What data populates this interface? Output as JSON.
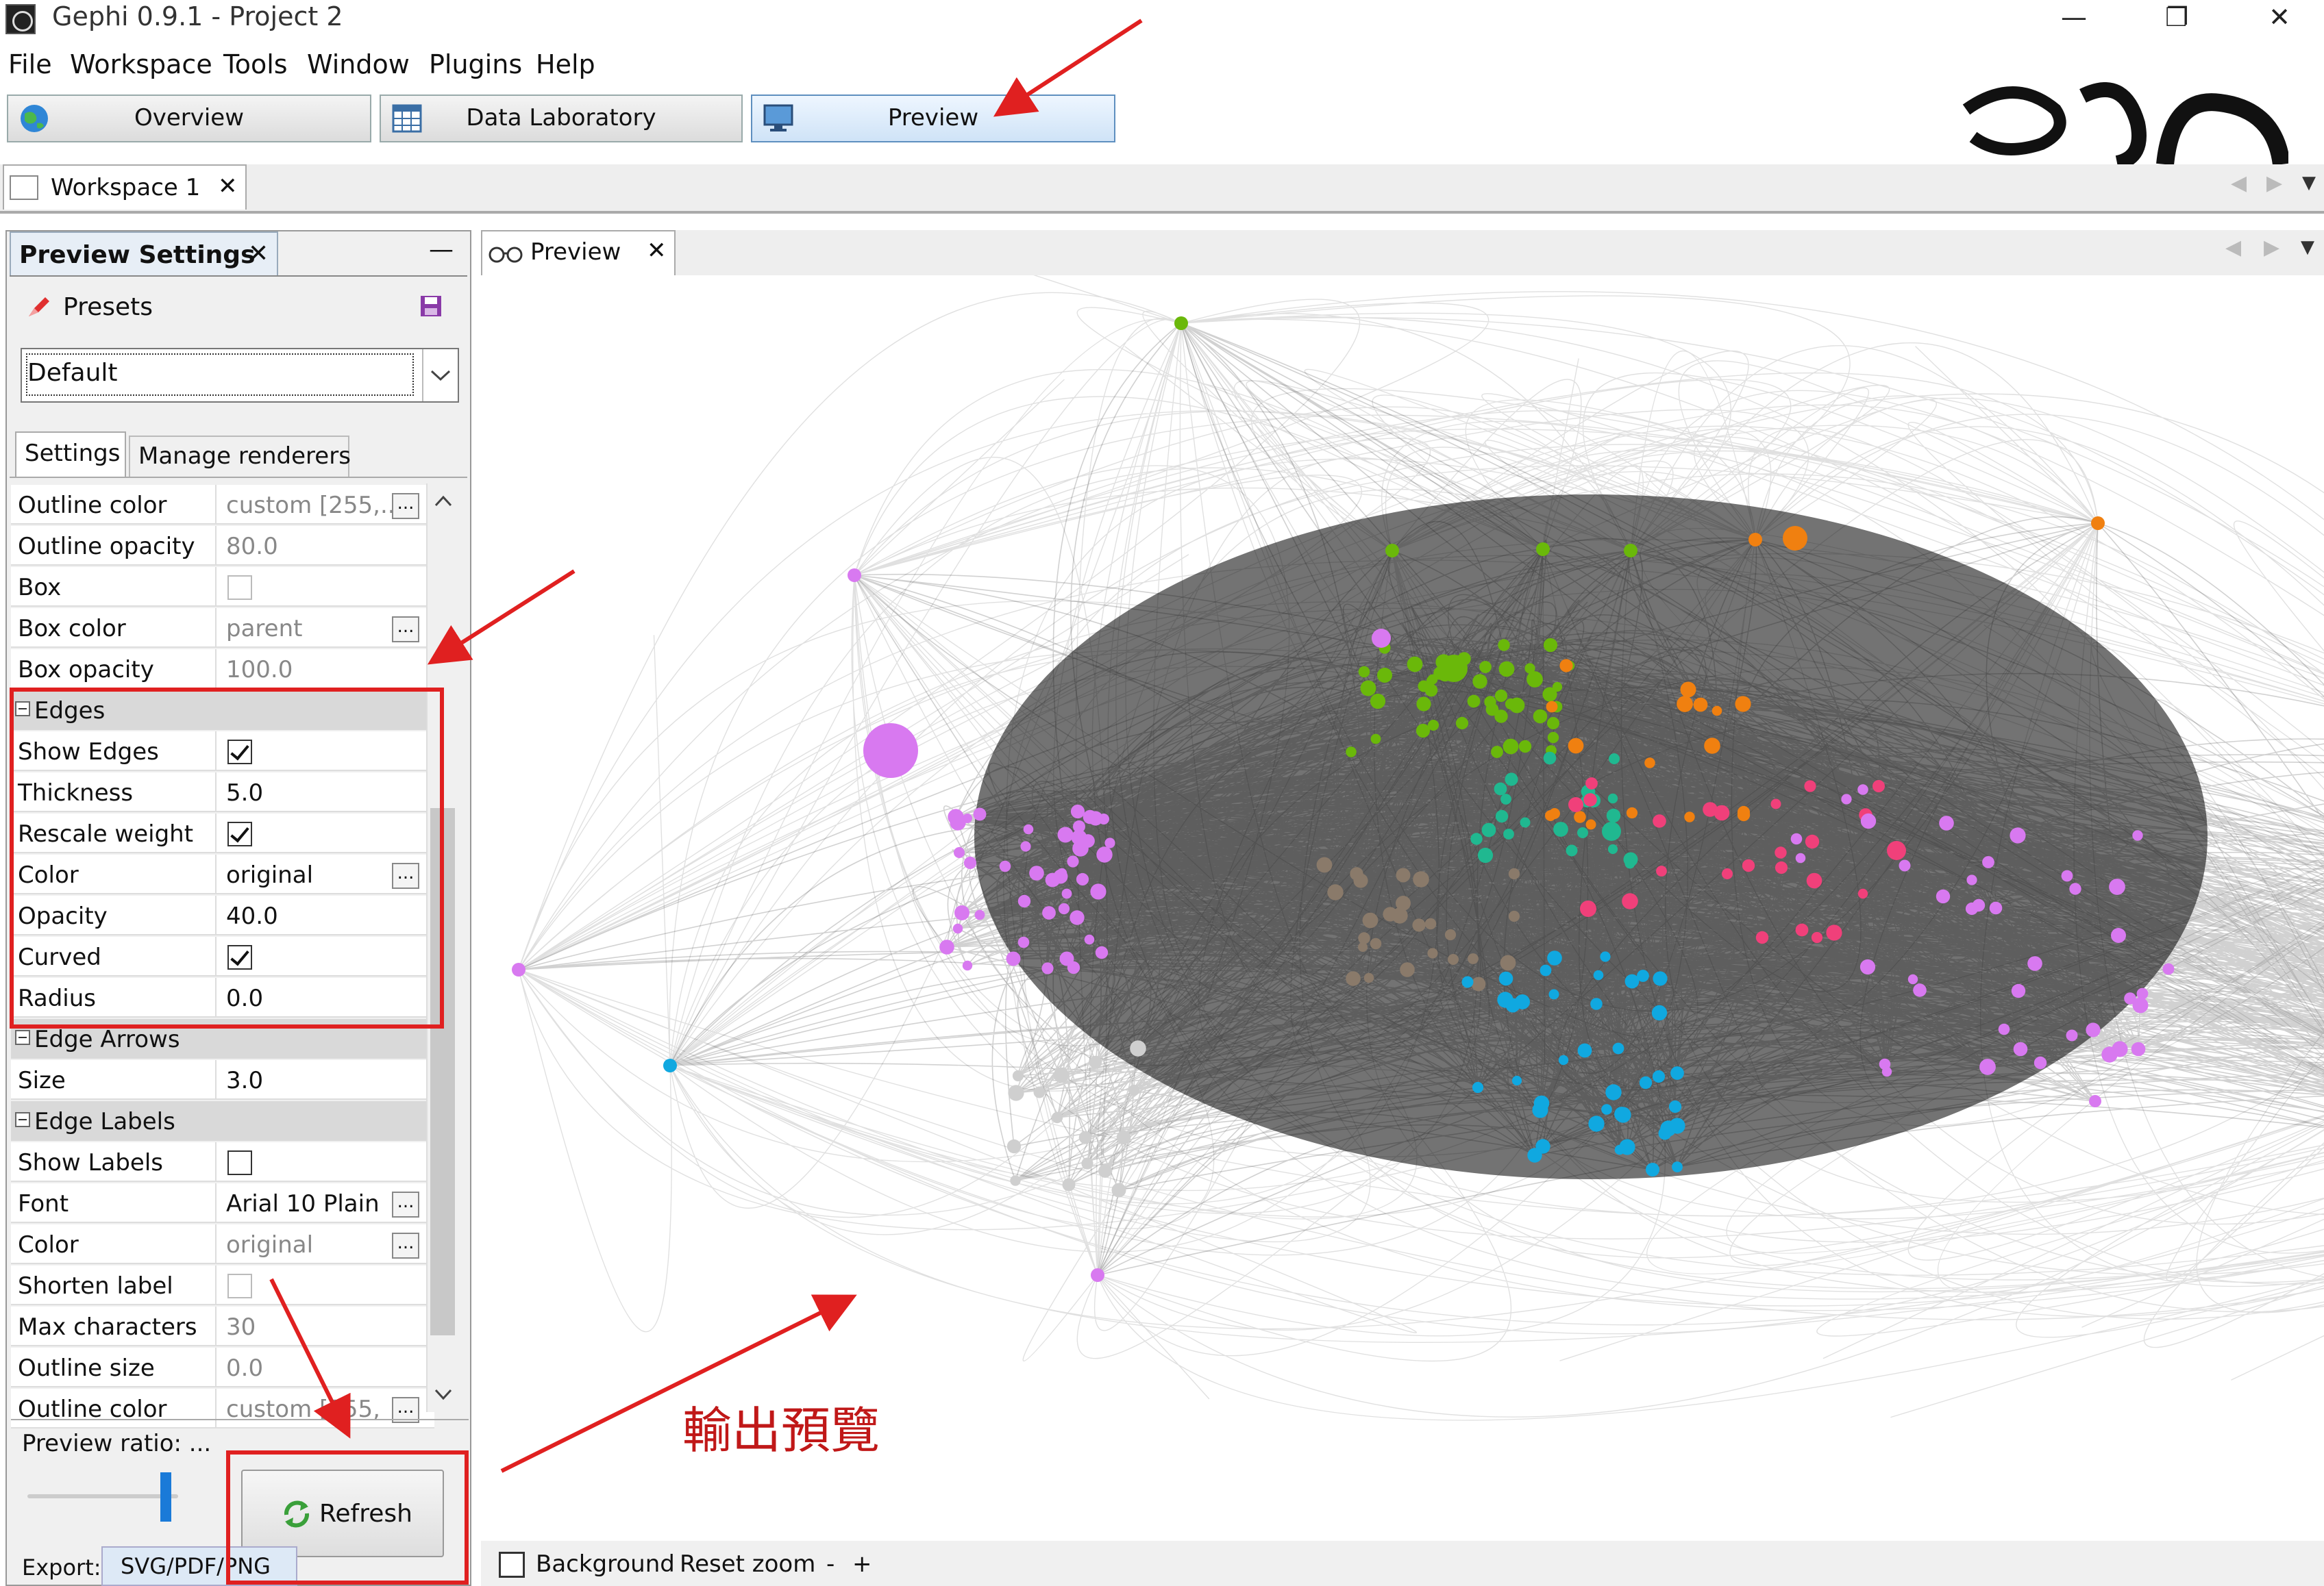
{
  "window": {
    "title": "Gephi 0.9.1 - Project 2",
    "minimize": "—",
    "restore": "❐",
    "close": "✕"
  },
  "menu": [
    "File",
    "Workspace",
    "Tools",
    "Window",
    "Plugins",
    "Help"
  ],
  "perspectives": [
    {
      "label": "Overview",
      "icon": "globe-icon"
    },
    {
      "label": "Data Laboratory",
      "icon": "table-icon"
    },
    {
      "label": "Preview",
      "icon": "monitor-icon",
      "active": true
    }
  ],
  "workspace_tab": {
    "label": "Workspace 1",
    "close": "✕"
  },
  "preview_settings": {
    "tab_label": "Preview Settings",
    "tab_close": "✕",
    "minimize": "—",
    "presets_label": "Presets",
    "preset_selected": "Default",
    "subtabs": [
      "Settings",
      "Manage renderers"
    ],
    "rows": [
      {
        "name": "Outline color",
        "value": "custom [255,...",
        "dim": true,
        "ellipsis": true
      },
      {
        "name": "Outline opacity",
        "value": "80.0",
        "dim": true
      },
      {
        "name": "Box",
        "check": "off-dim"
      },
      {
        "name": "Box color",
        "value": "parent",
        "dim": true,
        "ellipsis": true
      },
      {
        "name": "Box opacity",
        "value": "100.0",
        "dim": true
      },
      {
        "group": "Edges"
      },
      {
        "name": "Show Edges",
        "check": "on"
      },
      {
        "name": "Thickness",
        "value": "5.0"
      },
      {
        "name": "Rescale weight",
        "check": "on"
      },
      {
        "name": "Color",
        "value": "original",
        "ellipsis": true
      },
      {
        "name": "Opacity",
        "value": "40.0"
      },
      {
        "name": "Curved",
        "check": "on"
      },
      {
        "name": "Radius",
        "value": "0.0"
      },
      {
        "group": "Edge Arrows"
      },
      {
        "name": "Size",
        "value": "3.0"
      },
      {
        "group": "Edge Labels"
      },
      {
        "name": "Show Labels",
        "check": "off"
      },
      {
        "name": "Font",
        "value": "Arial 10 Plain",
        "ellipsis": true
      },
      {
        "name": "Color",
        "value": "original",
        "dim": true,
        "ellipsis": true
      },
      {
        "name": "Shorten label",
        "check": "off-dim"
      },
      {
        "name": "Max characters",
        "value": "30",
        "dim": true
      },
      {
        "name": "Outline size",
        "value": "0.0",
        "dim": true
      },
      {
        "name": "Outline color",
        "value": "custom [255,",
        "dim": true,
        "ellipsis": true
      }
    ],
    "preview_ratio_label": "Preview ratio: ...",
    "refresh_label": "Refresh",
    "export_label": "Export:",
    "export_formats": "SVG/PDF/PNG"
  },
  "preview_panel": {
    "tab_label": "Preview",
    "tab_close": "✕",
    "background_label": "Background",
    "reset_zoom_label": "Reset zoom",
    "zoom_out": "-",
    "zoom_in": "+"
  },
  "annotation": {
    "text": "輸出預覽",
    "color": "#e02020"
  },
  "colors": {
    "green": "#6ab80a",
    "orange": "#f08010",
    "violet": "#d879f0",
    "pink": "#f0407a",
    "teal": "#20b890",
    "cyan": "#10a8e0",
    "brown": "#8a7a6a",
    "grey": "#cfcfcf"
  }
}
